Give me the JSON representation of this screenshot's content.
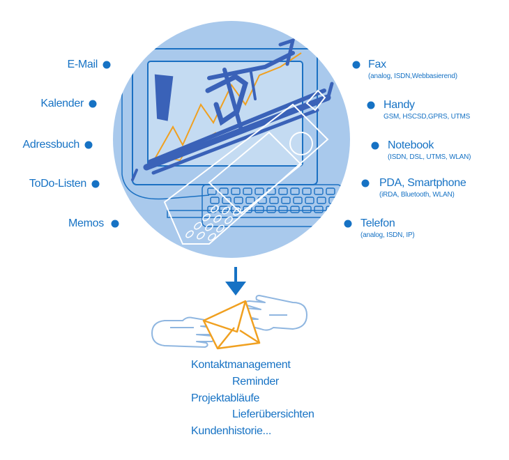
{
  "diagram": {
    "left_sources": [
      {
        "label": "E-Mail"
      },
      {
        "label": "Kalender"
      },
      {
        "label": "Adressbuch"
      },
      {
        "label": "ToDo-Listen"
      },
      {
        "label": "Memos"
      }
    ],
    "right_sources": [
      {
        "label": "Fax",
        "sub": "(analog, ISDN,Webbasierend)"
      },
      {
        "label": "Handy",
        "sub": "GSM, HSCSD,GPRS, UTMS"
      },
      {
        "label": "Notebook",
        "sub": "(ISDN, DSL, UTMS, WLAN)"
      },
      {
        "label": "PDA, Smartphone",
        "sub": "(iRDA, Bluetooth, WLAN)"
      },
      {
        "label": "Telefon",
        "sub": "(analog, ISDN, IP)"
      }
    ],
    "outputs": [
      "Kontaktmanagement",
      "Reminder",
      "Projektabläufe",
      "Lieferübersichten",
      "Kundenhistorie..."
    ],
    "colors": {
      "text_blue": "#1672c4",
      "dot_blue": "#1672c4",
      "circle_fill": "#a9c9ec",
      "line_blue": "#1b70c2",
      "scribble_blue": "#3a62b8",
      "chart_orange": "#f0a020",
      "envelope_orange": "#f0a020",
      "hand_outline": "#8fb6e0"
    },
    "icons": [
      "dot-bullet",
      "down-arrow-icon",
      "envelope-icon",
      "hand-icon"
    ]
  }
}
